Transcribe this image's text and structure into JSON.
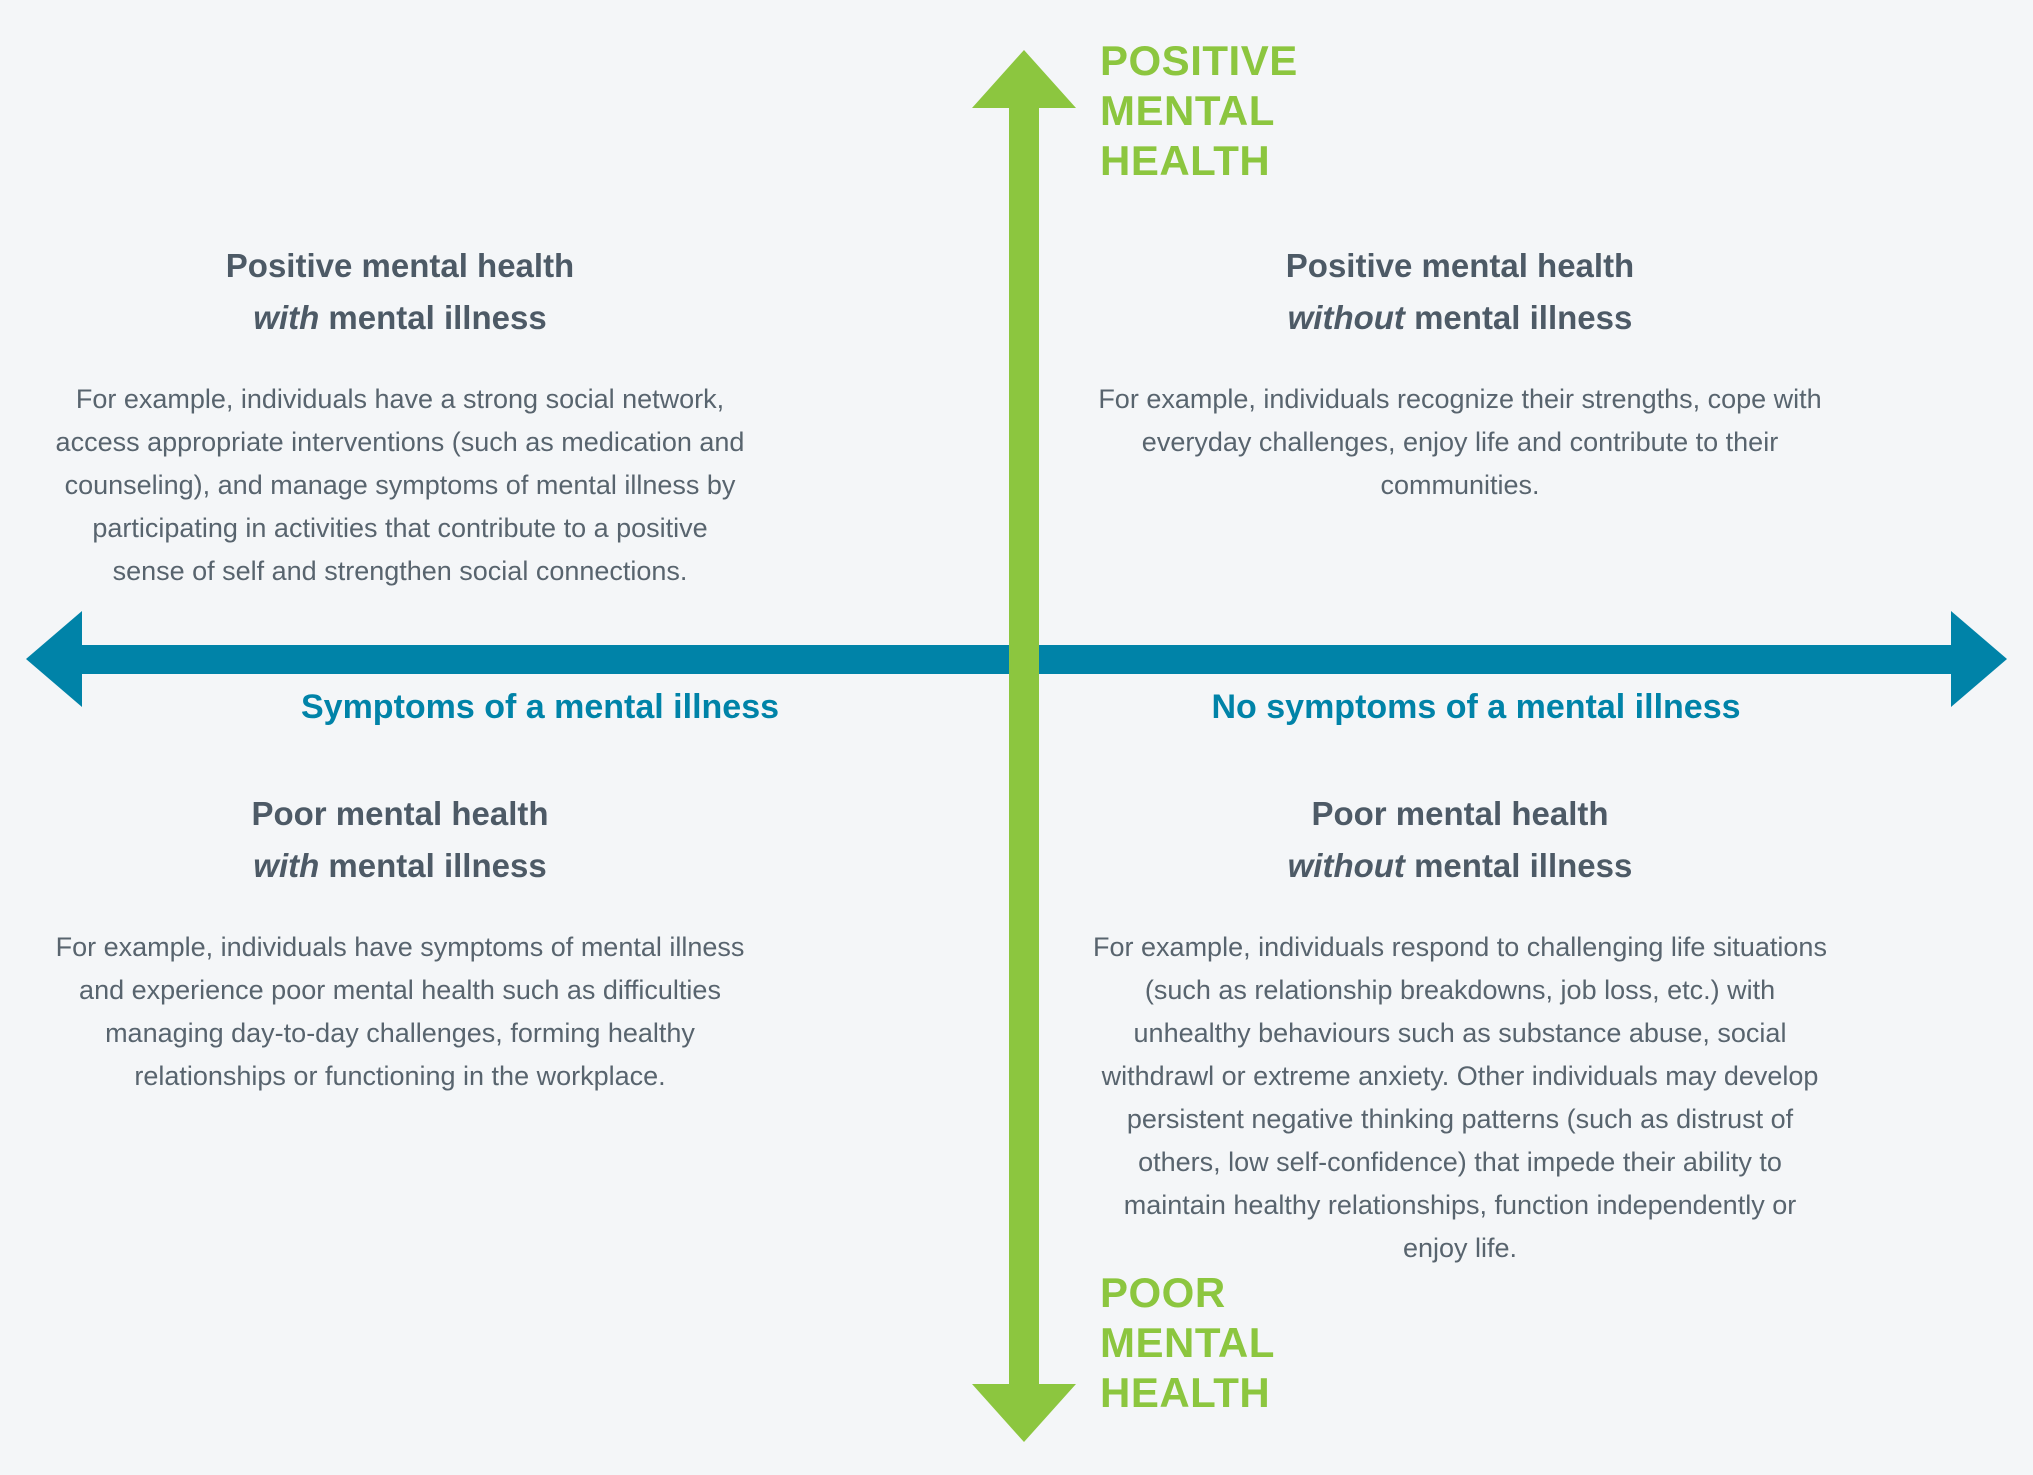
{
  "colors": {
    "bg": "#f4f6f8",
    "green": "#8cc63f",
    "teal": "#0083a8",
    "heading": "#4d5a66",
    "body": "#58646e"
  },
  "axes": {
    "vertical": {
      "top_label_lines": [
        "POSITIVE",
        "MENTAL",
        "HEALTH"
      ],
      "bottom_label_lines": [
        "POOR",
        "MENTAL",
        "HEALTH"
      ]
    },
    "horizontal": {
      "left_label": "Symptoms of a mental illness",
      "right_label": "No symptoms of a mental illness"
    }
  },
  "quadrants": [
    {
      "position": "top-left",
      "title_line1": "Positive mental health",
      "title_emphasis": "with",
      "title_line2_rest": " mental illness",
      "body": "For example, individuals have a strong social network, access appropriate interventions (such as medication and counseling), and manage symptoms of mental illness by participating in activities that contribute to a positive sense of self and strengthen social connections."
    },
    {
      "position": "top-right",
      "title_line1": "Positive mental health",
      "title_emphasis": "without",
      "title_line2_rest": " mental illness",
      "body": "For example, individuals recognize their strengths, cope with everyday challenges, enjoy life and contribute to their communities."
    },
    {
      "position": "bottom-left",
      "title_line1": "Poor mental health",
      "title_emphasis": "with",
      "title_line2_rest": " mental illness",
      "body": "For example, individuals have symptoms of mental illness and experience poor mental health such as difficulties managing day-to-day challenges, forming healthy relationships or functioning in the workplace."
    },
    {
      "position": "bottom-right",
      "title_line1": "Poor mental health",
      "title_emphasis": "without",
      "title_line2_rest": " mental illness",
      "body": "For example, individuals respond to challenging life situations (such as relationship breakdowns, job loss, etc.) with unhealthy behaviours such as substance abuse, social withdrawl or extreme anxiety. Other individuals may develop persistent negative thinking patterns (such as distrust of others, low self-confidence) that impede their ability to maintain healthy relationships, function independently or enjoy life."
    }
  ]
}
